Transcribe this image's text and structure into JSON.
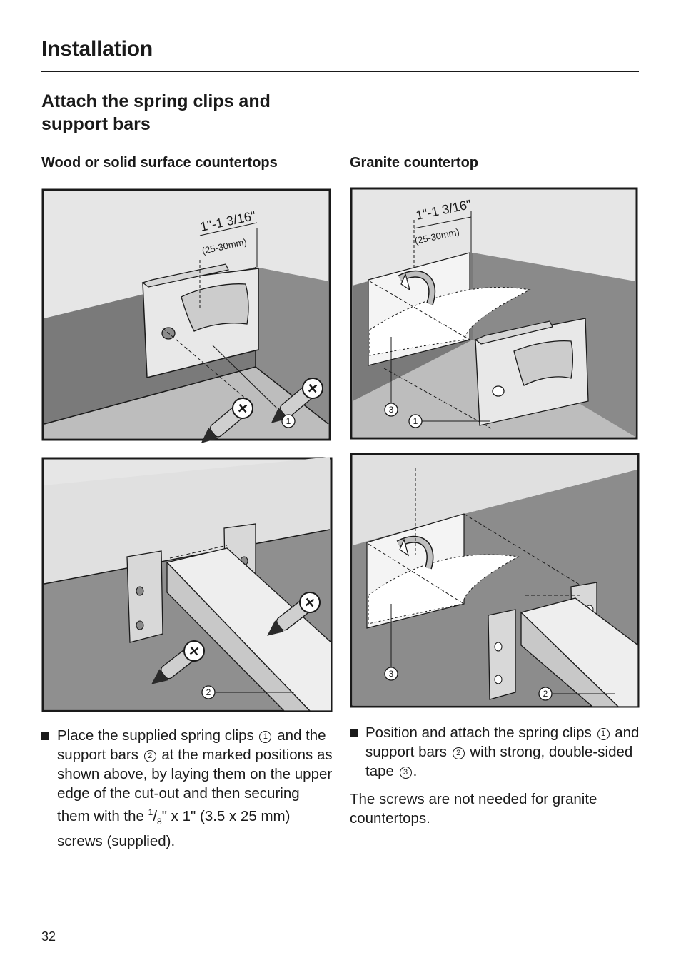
{
  "header": {
    "title": "Installation"
  },
  "section": {
    "heading": "Attach the spring clips and support bars"
  },
  "columns": {
    "left_heading": "Wood or solid surface countertops",
    "right_heading": "Granite countertop"
  },
  "figures": {
    "dimension_text": "1\"-1 3/16\"",
    "dimension_metric": "(25-30mm)",
    "callout_1": "1",
    "callout_2": "2",
    "callout_3": "3"
  },
  "instructions": {
    "left": {
      "p1": "Place the supplied spring clips",
      "c1": "1",
      "p2": "and the support bars",
      "c2": "2",
      "p3": "at the marked positions as shown above, by laying them on the upper edge of the cut-out and then securing them with the",
      "frac_num": "1",
      "frac_den": "8",
      "p4": "\" x 1\" (3.5 x 25 mm) screws (supplied)."
    },
    "right": {
      "p1": "Position and attach the spring clips",
      "c1": "1",
      "p2": "and support bars",
      "c2": "2",
      "p3": "with strong, double-sided tape",
      "c3": "3",
      "p4": "."
    },
    "note": "The screws are not needed for granite countertops."
  },
  "footer": {
    "page_number": "32"
  }
}
